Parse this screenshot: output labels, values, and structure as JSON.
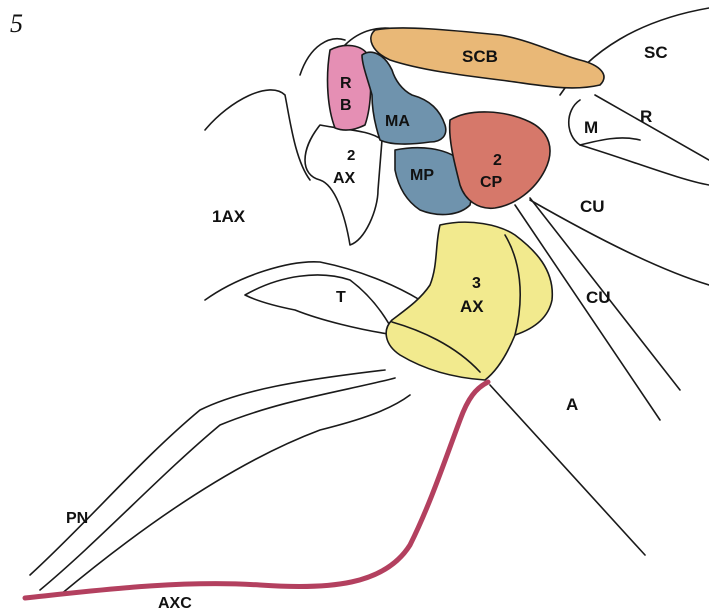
{
  "figure_number": "5",
  "labels": {
    "sc": "SC",
    "scb": "SCB",
    "r_top": "R",
    "m": "M",
    "rb_r": "R",
    "rb_b": "B",
    "ma": "MA",
    "mp": "MP",
    "ax2_num": "2",
    "ax2_txt": "AX",
    "cp_num": "2",
    "cp_txt": "CP",
    "cu_upper": "CU",
    "cu_lower": "CU",
    "ax1": "1AX",
    "t": "T",
    "ax3_num": "3",
    "ax3_txt": "AX",
    "a": "A",
    "pn": "PN",
    "axc": "AXC"
  },
  "colors": {
    "scb": "#e9b877",
    "rb": "#e58fb4",
    "ma_mp": "#6f93ad",
    "cp": "#d6786a",
    "ax3": "#f2ea8e",
    "axc_line": "#b3405f",
    "ink": "#1a1a1a"
  }
}
